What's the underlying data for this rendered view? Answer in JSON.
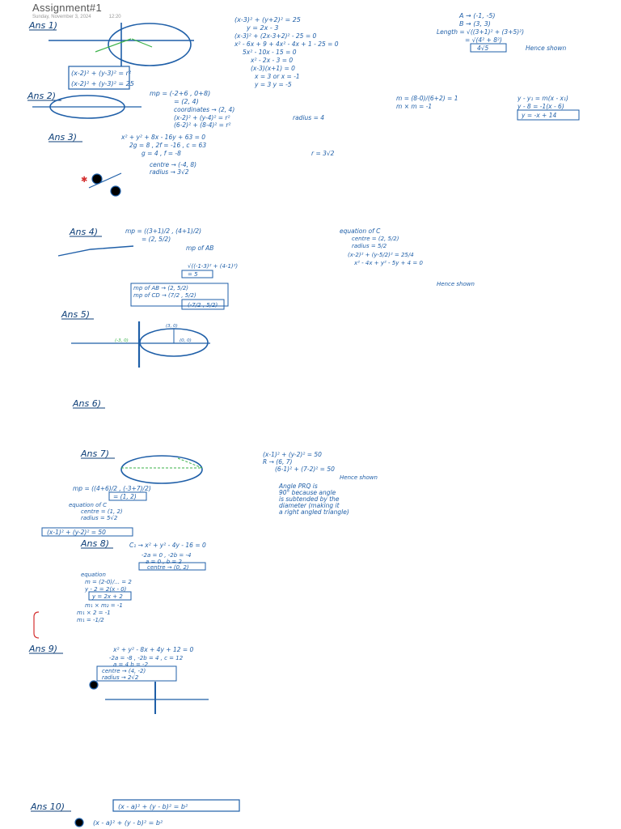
{
  "page": {
    "title": "Assignment#1",
    "date": "Sunday, November 3, 2024",
    "time": "12:20"
  },
  "answers": [
    {
      "label": "Ans 1)"
    },
    {
      "label": "Ans 2)"
    },
    {
      "label": "Ans 3)"
    },
    {
      "label": "Ans 4)"
    },
    {
      "label": "Ans 5)"
    },
    {
      "label": "Ans 6)"
    },
    {
      "label": "Ans 7)"
    },
    {
      "label": "Ans 8)"
    },
    {
      "label": "Ans 9)"
    },
    {
      "label": "Ans 10)"
    }
  ],
  "notes": {
    "a1_eq1": "(x-2)² + (y-3)² = r²",
    "a1_eq2": "(x-2)² + (y-3)² = 25",
    "a1_b1": "(x-3)² + (y+2)² = 25",
    "a1_b2": "y = 2x - 3",
    "a1_b3": "(x-3)² + (2x-3+2)² - 25 = 0",
    "a1_b4": "x² - 6x + 9 + 4x² - 4x + 1 - 25 = 0",
    "a1_b5": "5x² - 10x - 15 = 0",
    "a1_b6": "x² - 2x - 3 = 0",
    "a1_b7": "(x-3)(x+1) = 0",
    "a1_b8": "x = 3  or  x = -1",
    "a1_b9": "y = 3        y = -5",
    "a1_c1": "A → (-1, -5)",
    "a1_c2": "B → (3, 3)",
    "a1_c3": "Length = √((3+1)² + (3+5)²)",
    "a1_c4": "= √(4² + 8²)",
    "a1_c5": "4√5",
    "a1_c6": "Hence shown",
    "a2_a1": "mp = (-2+6 , 0+8)",
    "a2_a2": "= (2, 4)",
    "a2_a3": "coordinates → (2, 4)",
    "a2_b1": "(x-2)² + (y-4)² = r²",
    "a2_b2": "(6-2)² + (8-4)² = r²",
    "a2_b3": "radius = 4",
    "a2_c1": "m = (8-0)/(6+2) = 1",
    "a2_c2": "m × m = -1",
    "a2_c3": "y - y₁ = m(x - x₁)",
    "a2_c4": "y - 8 = -1(x - 6)",
    "a2_c5": "y = -x + 14",
    "a3_a1": "x² + y² + 8x - 16y + 63 = 0",
    "a3_a2": "2g = 8 , 2f = -16 , c = 63",
    "a3_a3": "g = 4 , f = -8",
    "a3_a4": "centre → (-4, 8)",
    "a3_a5": "radius → 3√2",
    "a3_a6": "r = 3√2",
    "a4_a1": "mp = ((3+1)/2 , (4+1)/2)",
    "a4_a2": "= (2, 5/2)",
    "a4_a3": "mp of AB",
    "a4_a4": "√((-1-3)² + (4-1)²)",
    "a4_a5": "= 5",
    "a4_b1": "mp of AB → (2, 5/2)",
    "a4_b2": "mp of CD → (7/2 , 5/2)",
    "a4_b3": "(-7/2 , 5/2)",
    "a4_c1": "equation of C",
    "a4_c2": "centre = (2, 5/2)",
    "a4_c3": "radius = 5/2",
    "a4_c4": "(x-2)² + (y-5/2)² = 25/4",
    "a4_c5": "x² - 4x + y² - 5y + 4 = 0",
    "a4_c6": "Hence shown",
    "a5_l1": "(3, 0)",
    "a5_l2": "(0, 0)",
    "a5_l3": "(-3, 0)",
    "a7_a1": "(x-1)² + (y-2)² = 50",
    "a7_a2": "R → (6, 7)",
    "a7_a3": "(6-1)² + (7-2)² = 50",
    "a7_a4": "Hence shown",
    "a7_b1": "mp = ((4+6)/2 , (-3+7)/2)",
    "a7_b2": "= (1, 2)",
    "a7_c1": "equation of C",
    "a7_c2": "centre = (1, 2)",
    "a7_c3": "radius = 5√2",
    "a7_c4": "(x-1)² + (y-2)² = 50",
    "a7_d1": "Angle PRQ is",
    "a7_d2": "90° because angle",
    "a7_d3": "is subtended by the",
    "a7_d4": "diameter (making it",
    "a7_d5": "a right angled triangle)",
    "a8_a1": "C₁ → x² + y² - 4y - 16 = 0",
    "a8_a2": "-2a = 0 , -2b = -4",
    "a8_a3": "a = 0 ,  b = 2",
    "a8_a4": "centre → (0, 2)",
    "a8_b1": "equation",
    "a8_b2": "m = (2-0)/... = 2",
    "a8_b3": "y - 2 = 2(x - 0)",
    "a8_b4": "y = 2x + 2",
    "a8_c1": "m₁ × m₂ = -1",
    "a8_c2": "m₁ × 2 = -1",
    "a8_c3": "m₁ = -1/2",
    "a9_a1": "x² + y² - 8x + 4y + 12 = 0",
    "a9_a2": "-2a = -8 , -2b = 4 , c = 12",
    "a9_a3": "a = 4    b = -2",
    "a9_a4": "centre → (4, -2)",
    "a9_a5": "radius → 2√2",
    "a10_a1": "(x - a)² + (y - b)² = b²",
    "a10_b1": "(x - a)² + (y - b)² = b²"
  },
  "colors": {
    "ink_blue": "#1f5fa8",
    "ink_dark": "#0e3f78",
    "ink_green": "#3bb24a",
    "ink_red": "#d43030",
    "header_text": "#555555"
  }
}
